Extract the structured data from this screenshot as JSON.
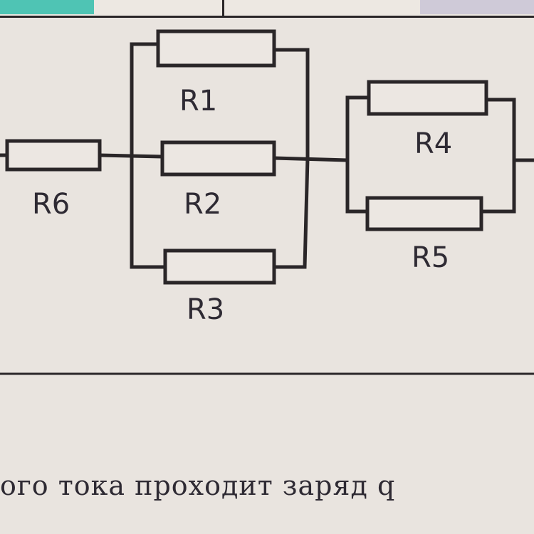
{
  "diagram": {
    "resistors": [
      {
        "id": "r1",
        "label": "R1"
      },
      {
        "id": "r2",
        "label": "R2"
      },
      {
        "id": "r3",
        "label": "R3"
      },
      {
        "id": "r4",
        "label": "R4"
      },
      {
        "id": "r5",
        "label": "R5"
      },
      {
        "id": "r6",
        "label": "R6"
      }
    ]
  },
  "caption": "ого тока проходит заряд q",
  "colors": {
    "wire": "#2a2628",
    "background": "#e9e4df",
    "tab_accent": "#4fc4b4"
  }
}
